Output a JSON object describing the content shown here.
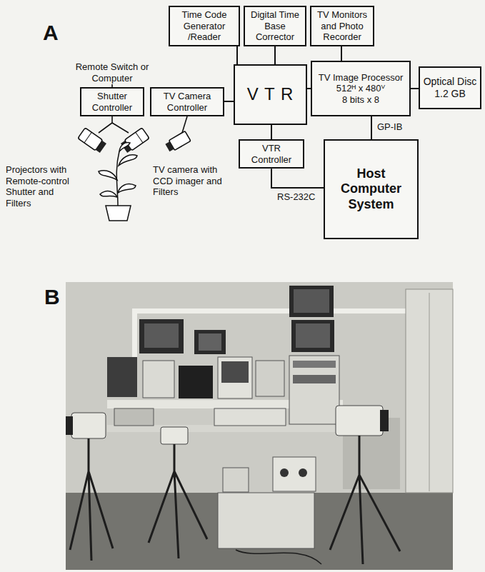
{
  "diagram": {
    "nodes": [
      {
        "text": [
          "Time Code Generator /Reader"
        ]
      },
      {
        "text": [
          "Digital Time Base Corrector"
        ]
      },
      {
        "text": [
          "TV Monitors and Photo Recorder"
        ]
      },
      {
        "text": [
          "Shutter Controller"
        ]
      },
      {
        "text": [
          "TV Camera Controller"
        ]
      },
      {
        "text": [
          "V T R"
        ]
      },
      {
        "text": [
          "TV Image Processor",
          "512ᴴ x 480ⱽ",
          "8 bits x 8"
        ]
      },
      {
        "text": [
          "Optical Disc 1.2 GB"
        ]
      },
      {
        "text": [
          "VTR Controller"
        ]
      },
      {
        "text": [
          "Host Computer System"
        ]
      }
    ],
    "edges": [
      {
        "from": 0,
        "to": 5,
        "arrow": "none"
      },
      {
        "from": 1,
        "to": 5,
        "arrow": "none"
      },
      {
        "from": 2,
        "to": 6,
        "arrow": "none"
      },
      {
        "from": 4,
        "to": 5,
        "arrow": "none"
      },
      {
        "from": 5,
        "to": 6,
        "arrow": "none"
      },
      {
        "from": 6,
        "to": 7,
        "arrow": "none"
      },
      {
        "from": 6,
        "to": 9,
        "label": "GP-IB",
        "arrow": "none"
      },
      {
        "from": 5,
        "to": 8,
        "arrow": "none"
      },
      {
        "from": 8,
        "to": 9,
        "label": "RS-232C",
        "arrow": "none"
      }
    ],
    "labels": [
      "A",
      "Remote Switch or Computer",
      "Projectors with Remote-control Shutter and Filters",
      "TV camera with CCD imager and Filters",
      "B"
    ]
  }
}
